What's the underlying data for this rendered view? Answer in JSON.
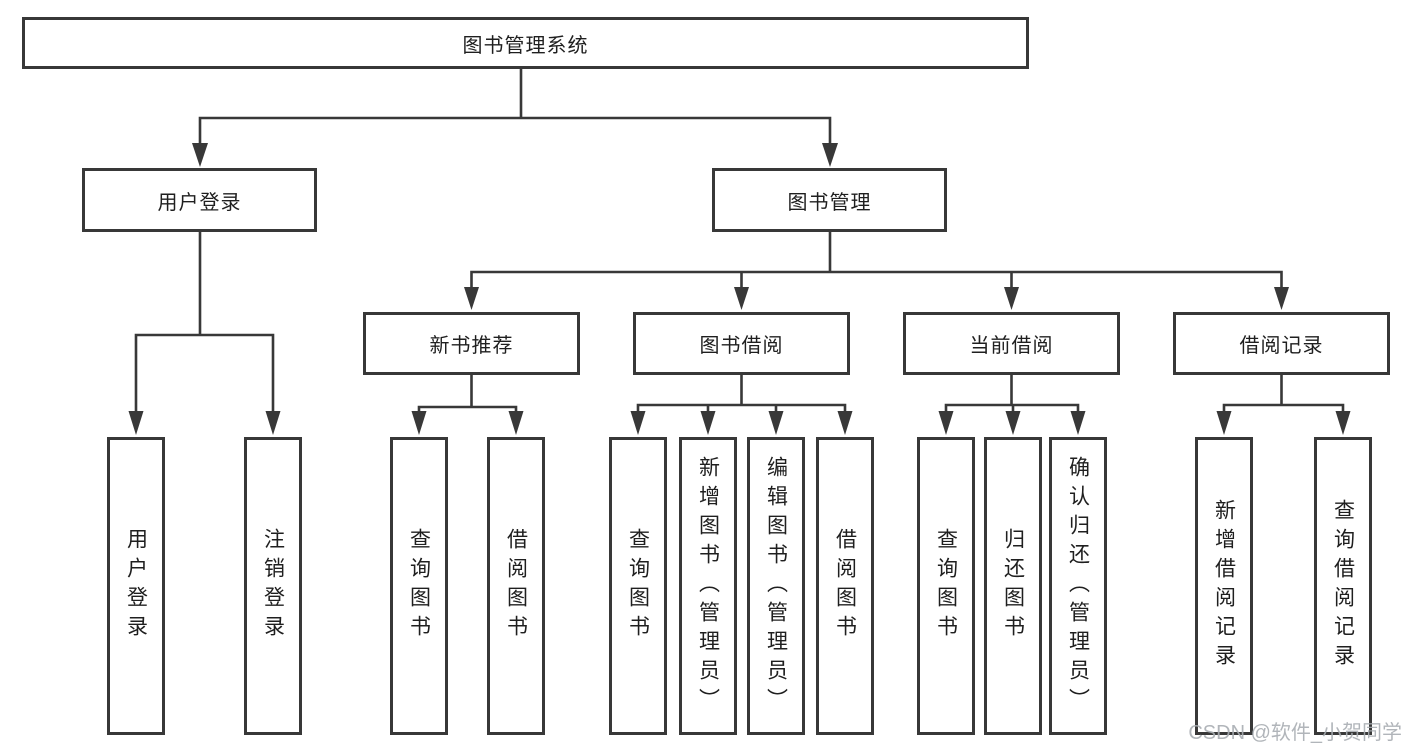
{
  "title": "图书管理系统",
  "watermark": "CSDN @软件_小贺同学",
  "colors": {
    "line": "#383838",
    "box_border": "#383838",
    "text": "#1f1f1f",
    "background": "#ffffff",
    "watermark": "#a9aeb3"
  },
  "tree": {
    "root": {
      "label": "图书管理系统"
    },
    "branches": [
      {
        "label": "用户登录",
        "children": [
          {
            "label": "用户登录"
          },
          {
            "label": "注销登录"
          }
        ]
      },
      {
        "label": "图书管理",
        "children": [
          {
            "label": "新书推荐",
            "children": [
              {
                "label": "查询图书"
              },
              {
                "label": "借阅图书"
              }
            ]
          },
          {
            "label": "图书借阅",
            "children": [
              {
                "label": "查询图书"
              },
              {
                "label": "新增图书（管理员）"
              },
              {
                "label": "编辑图书（管理员）"
              },
              {
                "label": "借阅图书"
              }
            ]
          },
          {
            "label": "当前借阅",
            "children": [
              {
                "label": "查询图书"
              },
              {
                "label": "归还图书"
              },
              {
                "label": "确认归还（管理员）"
              }
            ]
          },
          {
            "label": "借阅记录",
            "children": [
              {
                "label": "新增借阅记录"
              },
              {
                "label": "查询借阅记录"
              }
            ]
          }
        ]
      }
    ]
  }
}
